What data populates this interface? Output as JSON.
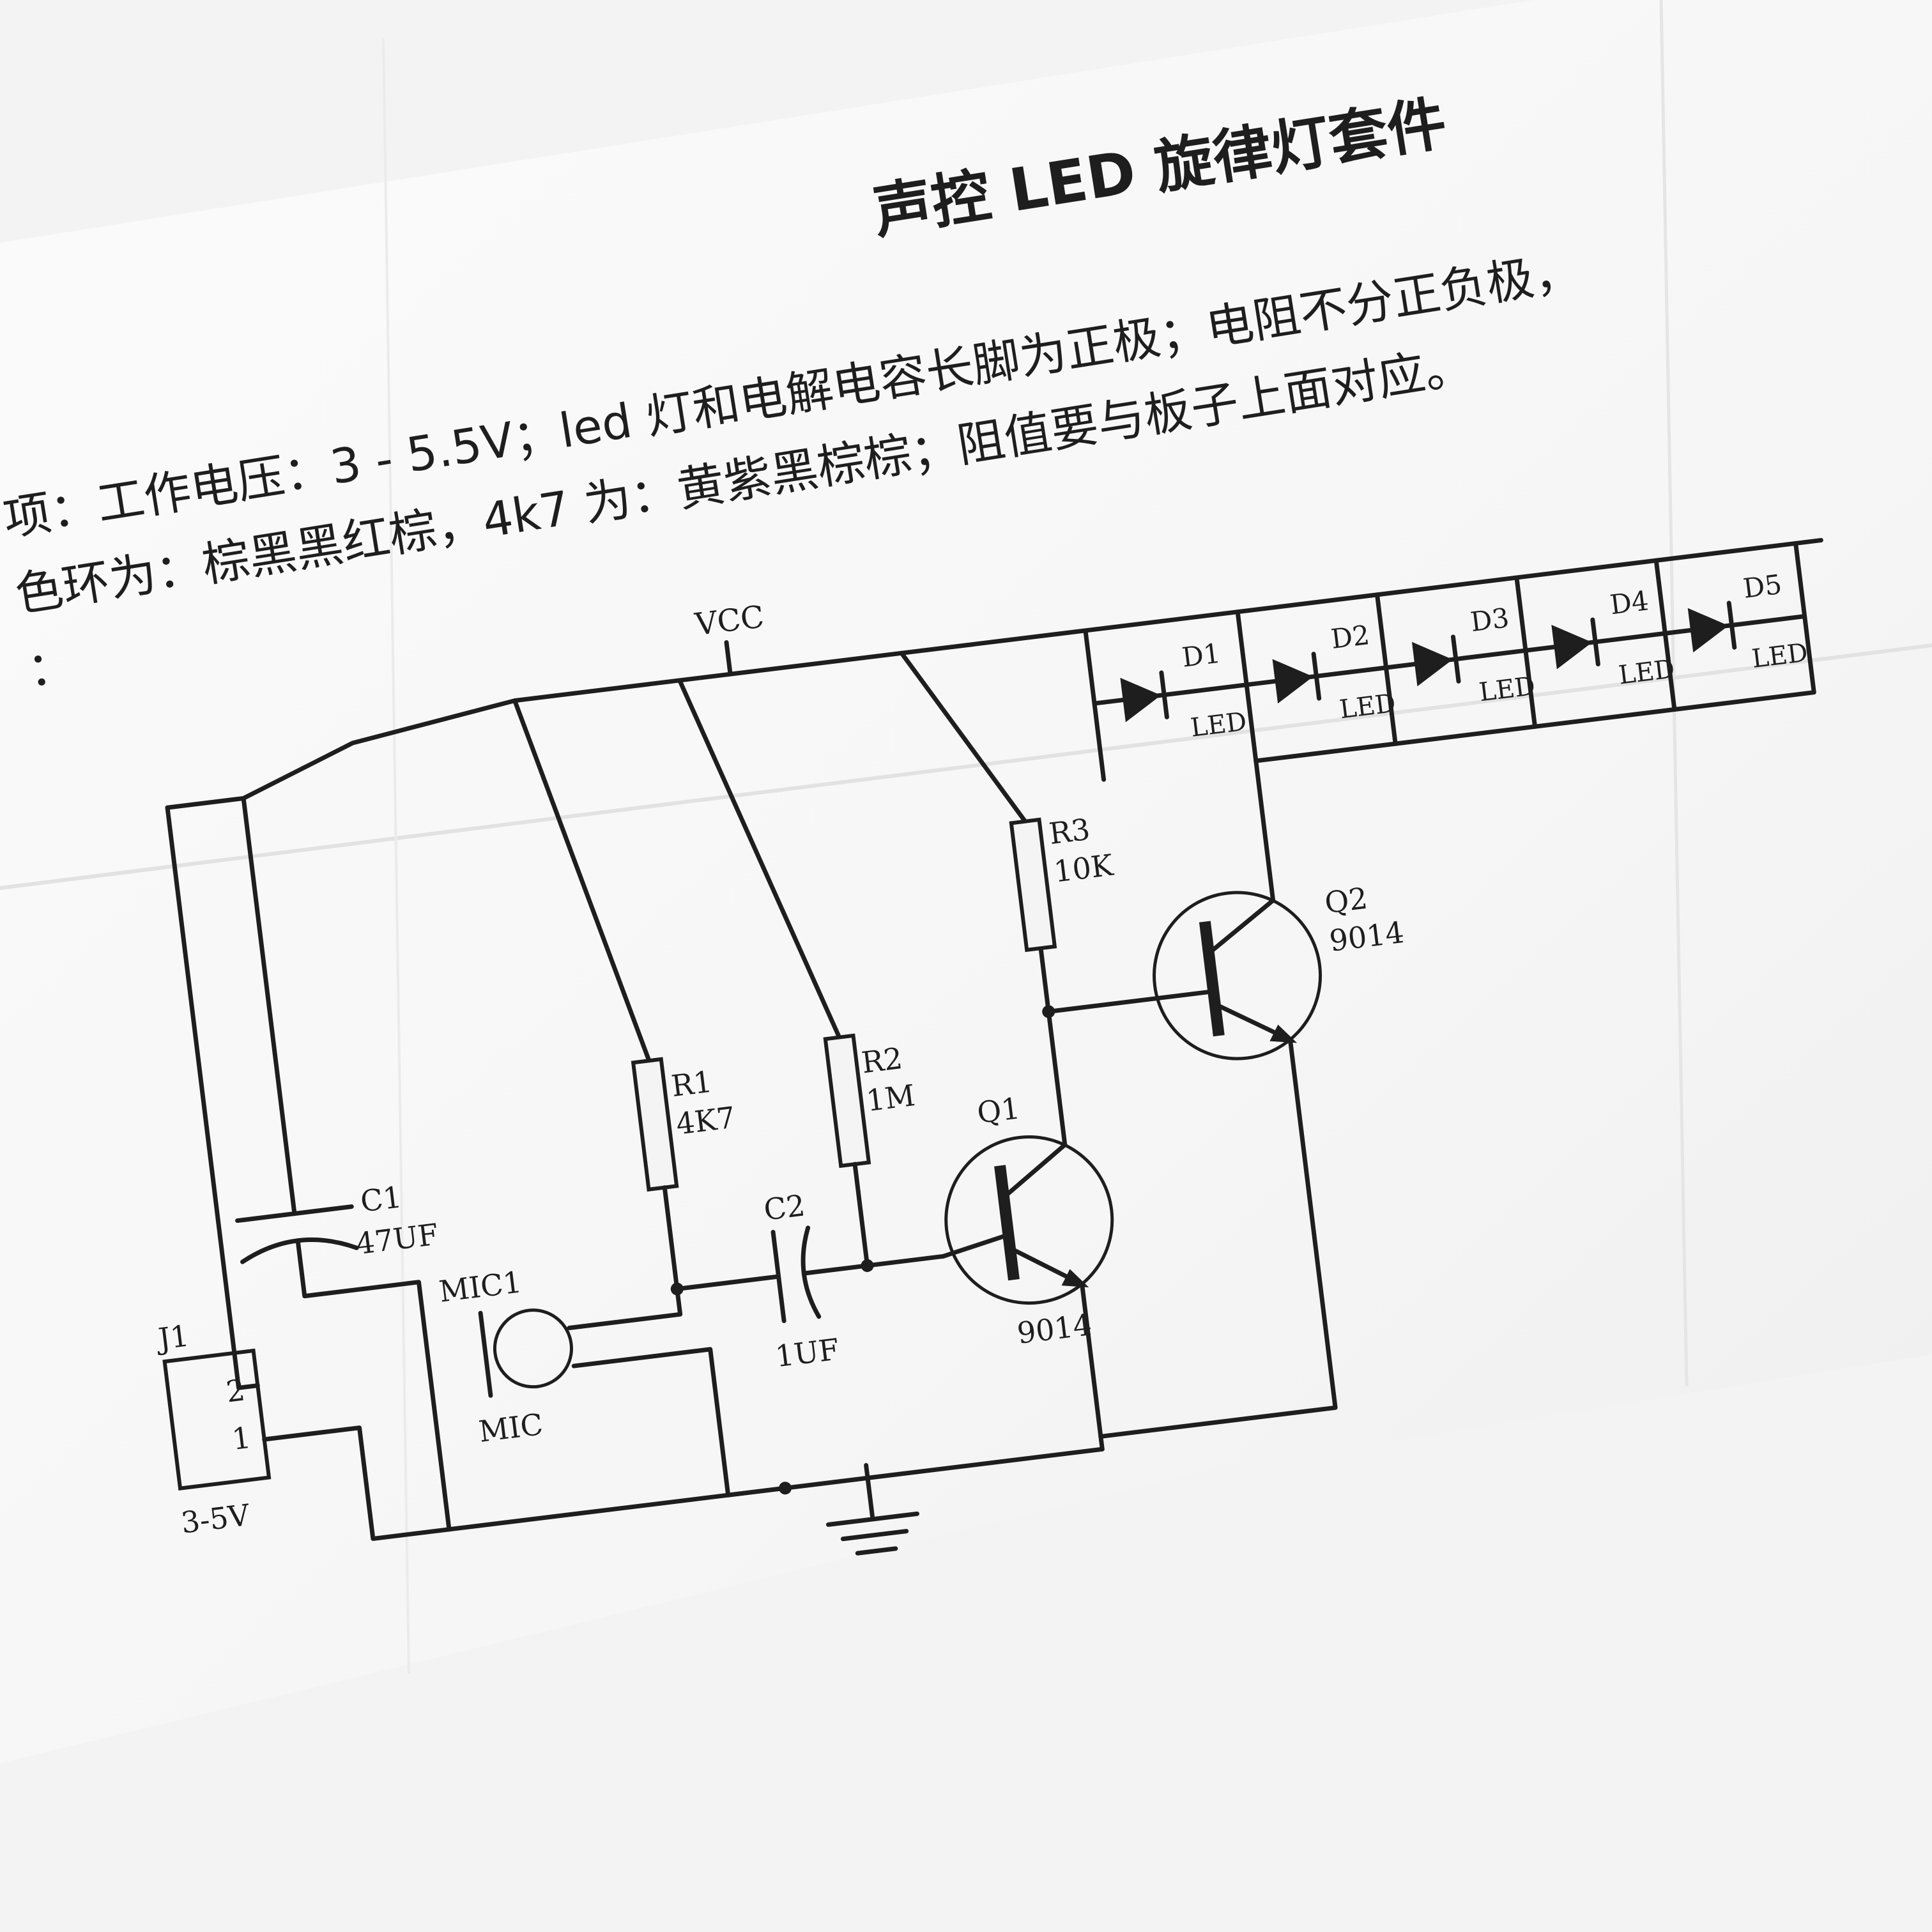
{
  "header": {
    "title": "声控 LED 旋律灯套件",
    "line1": "项：工作电压：3 - 5.5V；led 灯和电解电容长脚为正极；电阻不分正负极，",
    "line2": "色环为：棕黑黑红棕，4k7 为：黄紫黑棕棕；阻值要与板子上面对应。",
    "line3": "："
  },
  "schematic": {
    "vcc": "VCC",
    "connector": {
      "ref": "J1",
      "pin2": "2",
      "pin1": "1",
      "voltage": "3-5V"
    },
    "c1": {
      "ref": "C1",
      "value": "47UF"
    },
    "mic": {
      "ref": "MIC1",
      "value": "MIC"
    },
    "r1": {
      "ref": "R1",
      "value": "4K7"
    },
    "r2": {
      "ref": "R2",
      "value": "1M"
    },
    "r3": {
      "ref": "R3",
      "value": "10K"
    },
    "c2": {
      "ref": "C2",
      "value": "1UF"
    },
    "q1": {
      "ref": "Q1",
      "value": "9014"
    },
    "q2": {
      "ref": "Q2",
      "value": "9014"
    },
    "leds": [
      {
        "ref": "D1",
        "value": "LED"
      },
      {
        "ref": "D2",
        "value": "LED"
      },
      {
        "ref": "D3",
        "value": "LED"
      },
      {
        "ref": "D4",
        "value": "LED"
      },
      {
        "ref": "D5",
        "value": "LED"
      }
    ]
  },
  "colors": {
    "paper": "#fafafa",
    "background": "#f3f3f3",
    "ink": "#1e1e1e"
  }
}
